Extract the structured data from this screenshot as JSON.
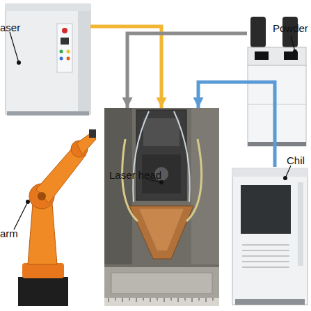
{
  "diagram": {
    "nodes": [
      {
        "text": [
          "aser"
        ]
      },
      {
        "text": [
          "Powder"
        ]
      },
      {
        "text": [
          "Laser head"
        ]
      },
      {
        "text": [
          "Chil"
        ]
      },
      {
        "text": [
          "arm"
        ]
      }
    ],
    "edges": [
      {
        "from": 0,
        "to": 2,
        "arrow": "to"
      },
      {
        "from": 1,
        "to": 2,
        "arrow": "to"
      },
      {
        "from": 3,
        "to": 2,
        "arrow": "to"
      }
    ]
  }
}
